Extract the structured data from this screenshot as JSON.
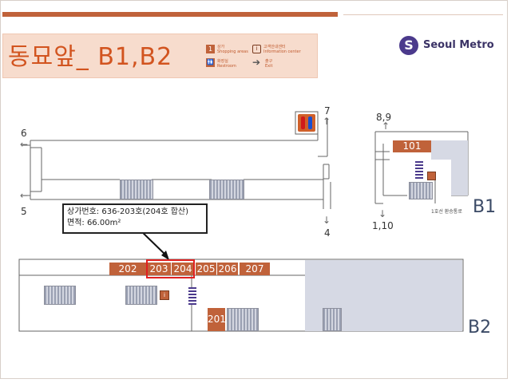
{
  "header": {
    "title": "동묘앞_ B1,B2",
    "legend": {
      "shops_num": "1",
      "shops_label": "상가",
      "shops_sub": "Shopping areas",
      "info_label": "고객안내센터",
      "info_sub": "Information center",
      "restroom_label": "화장실",
      "restroom_sub": "Restroom",
      "exit_label": "출구",
      "exit_sub": "Exit"
    },
    "brand": "Seoul Metro"
  },
  "exits": {
    "e6": "6",
    "e5": "5",
    "e7": "7",
    "e4": "4",
    "e89": "8,9",
    "e110": "1,10"
  },
  "callout": {
    "line1": "상가번호: 636-203호(204호 합산)",
    "line2": "면적: 66.00m²"
  },
  "b1_right": {
    "shop": "101",
    "transfer_label": "1호선 환승통로"
  },
  "b2_shops": [
    "202",
    "203",
    "204",
    "205",
    "206",
    "207",
    "201"
  ],
  "levels": {
    "b1": "B1",
    "b2": "B2"
  },
  "colors": {
    "shop": "#c0623a",
    "highlight": "#e02020",
    "brand": "#4b3a8c"
  }
}
